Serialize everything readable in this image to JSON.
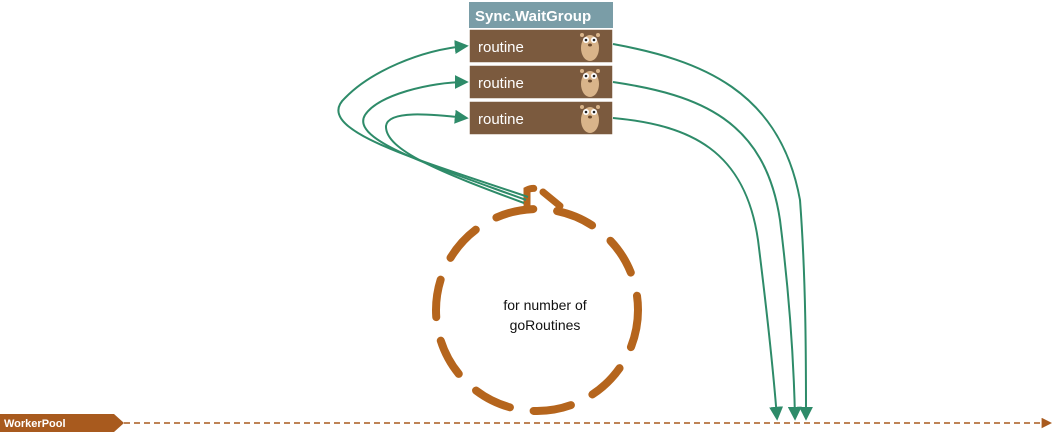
{
  "waitgroup": {
    "title": "Sync.WaitGroup",
    "routines": [
      {
        "label": "routine",
        "icon": "gopher-icon"
      },
      {
        "label": "routine",
        "icon": "gopher-icon"
      },
      {
        "label": "routine",
        "icon": "gopher-icon"
      }
    ]
  },
  "loop": {
    "line1": "for number of",
    "line2": "goRoutines"
  },
  "timeline": {
    "label": "WorkerPool"
  },
  "colors": {
    "header": "#7a9da7",
    "routine_fill": "#7b5a3e",
    "arrow": "#2e8b69",
    "loop": "#b5651d",
    "pool": "#a85a1e",
    "gopher": "#d9b48a"
  }
}
